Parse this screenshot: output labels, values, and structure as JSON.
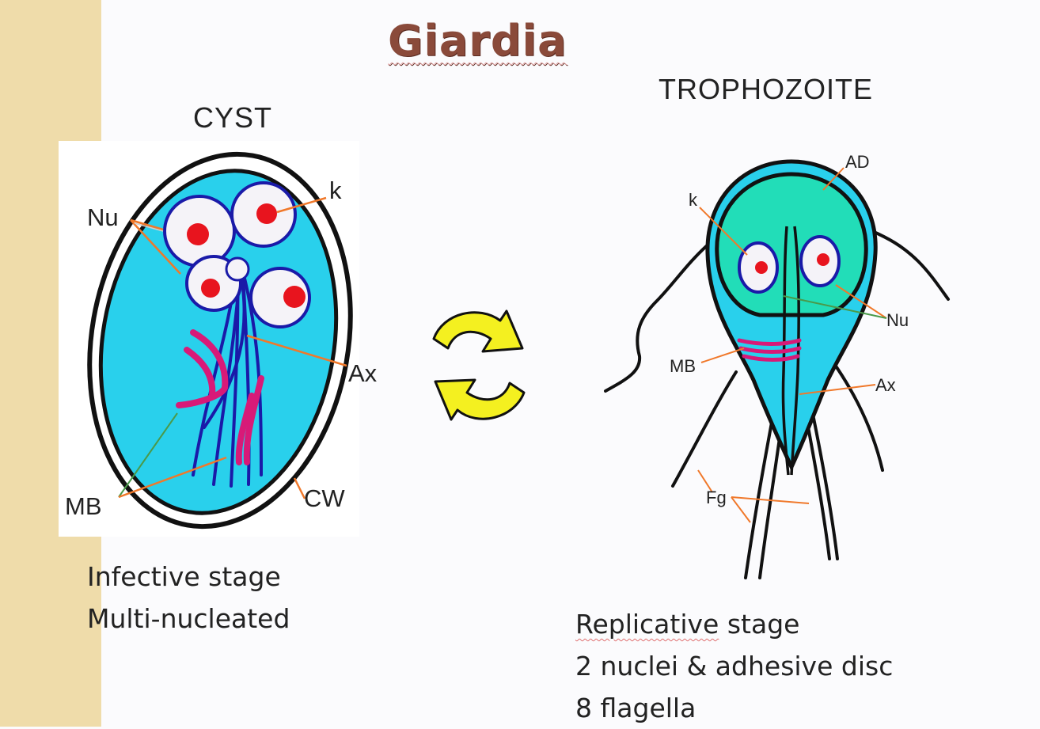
{
  "title": "Giardia",
  "cyst": {
    "heading": "CYST",
    "labels": {
      "nu": "Nu",
      "k": "k",
      "ax": "Ax",
      "mb": "MB",
      "cw": "CW"
    },
    "caption": [
      "Infective stage",
      "Multi-nucleated"
    ]
  },
  "trophozoite": {
    "heading": "TROPHOZOITE",
    "labels": {
      "ad": "AD",
      "k": "k",
      "nu": "Nu",
      "mb": "MB",
      "ax": "Ax",
      "fg": "Fg"
    },
    "caption": [
      "Replicative",
      " stage",
      "2 nuclei & adhesive disc",
      "8 flagella"
    ]
  },
  "colors": {
    "cytoplasm": "#29d0ec",
    "adhesive_disc": "#22ddb8",
    "nucleus_dot": "#e8141e",
    "median_body": "#d81a78",
    "axoneme": "#1a1aa8",
    "leader_line": "#f0782a",
    "cycle_arrow": "#f4f020"
  }
}
